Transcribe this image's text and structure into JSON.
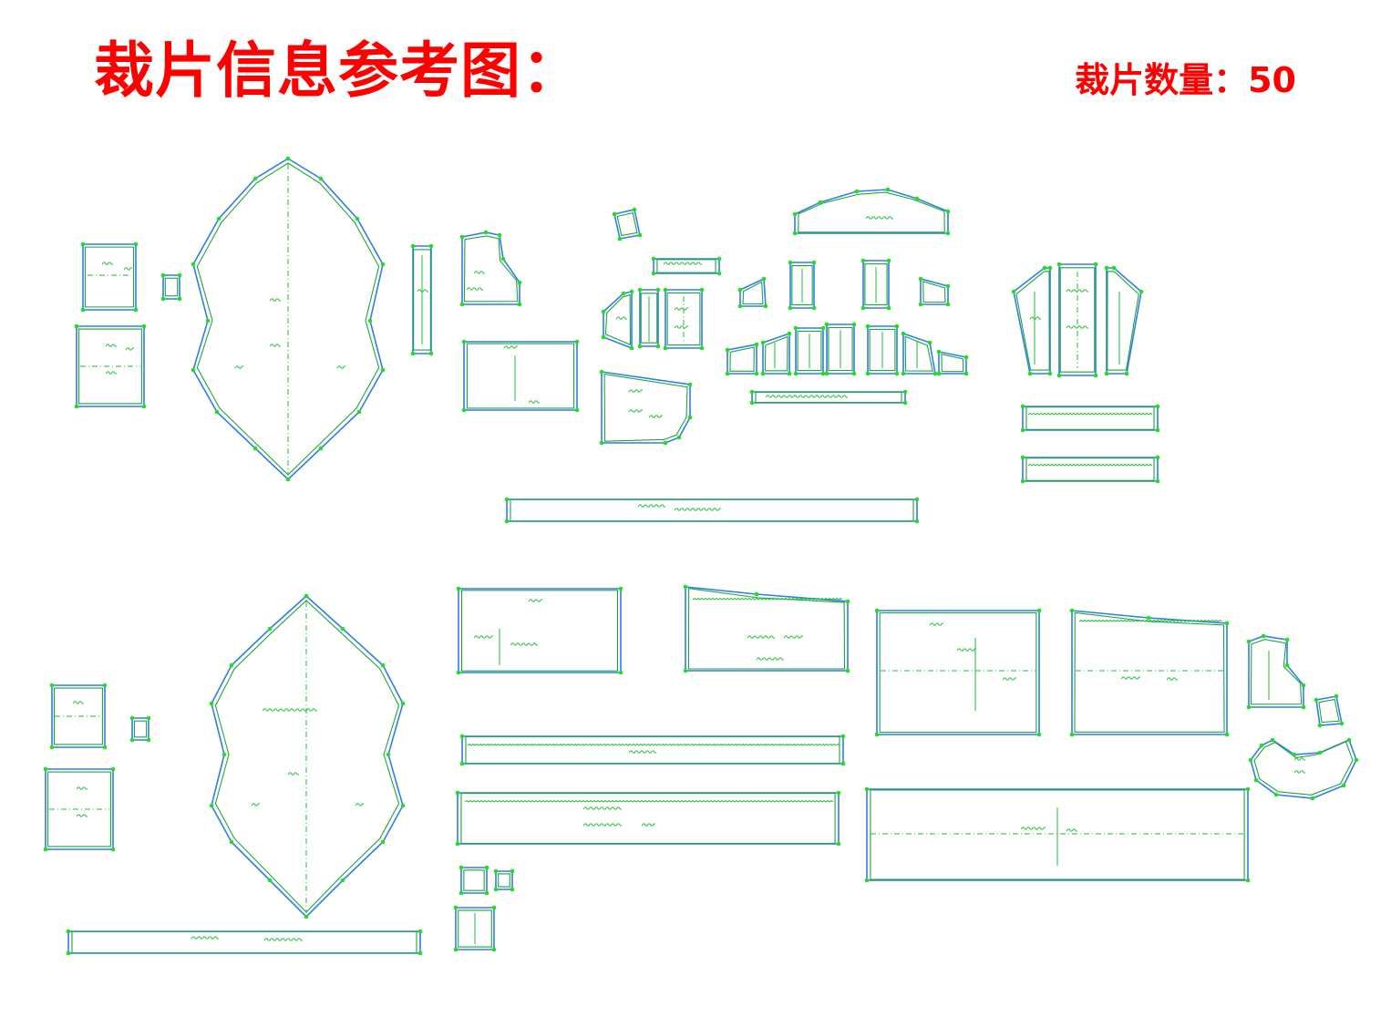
{
  "header": {
    "title": "裁片信息参考图：",
    "count_label": "裁片数量：",
    "count_value": "50"
  },
  "colors": {
    "title": "#ff0000",
    "outline_outer": "#2e7fe6",
    "outline_inner": "#1fa53c",
    "marking": "#1fbf3a",
    "node": "#22dd22"
  }
}
